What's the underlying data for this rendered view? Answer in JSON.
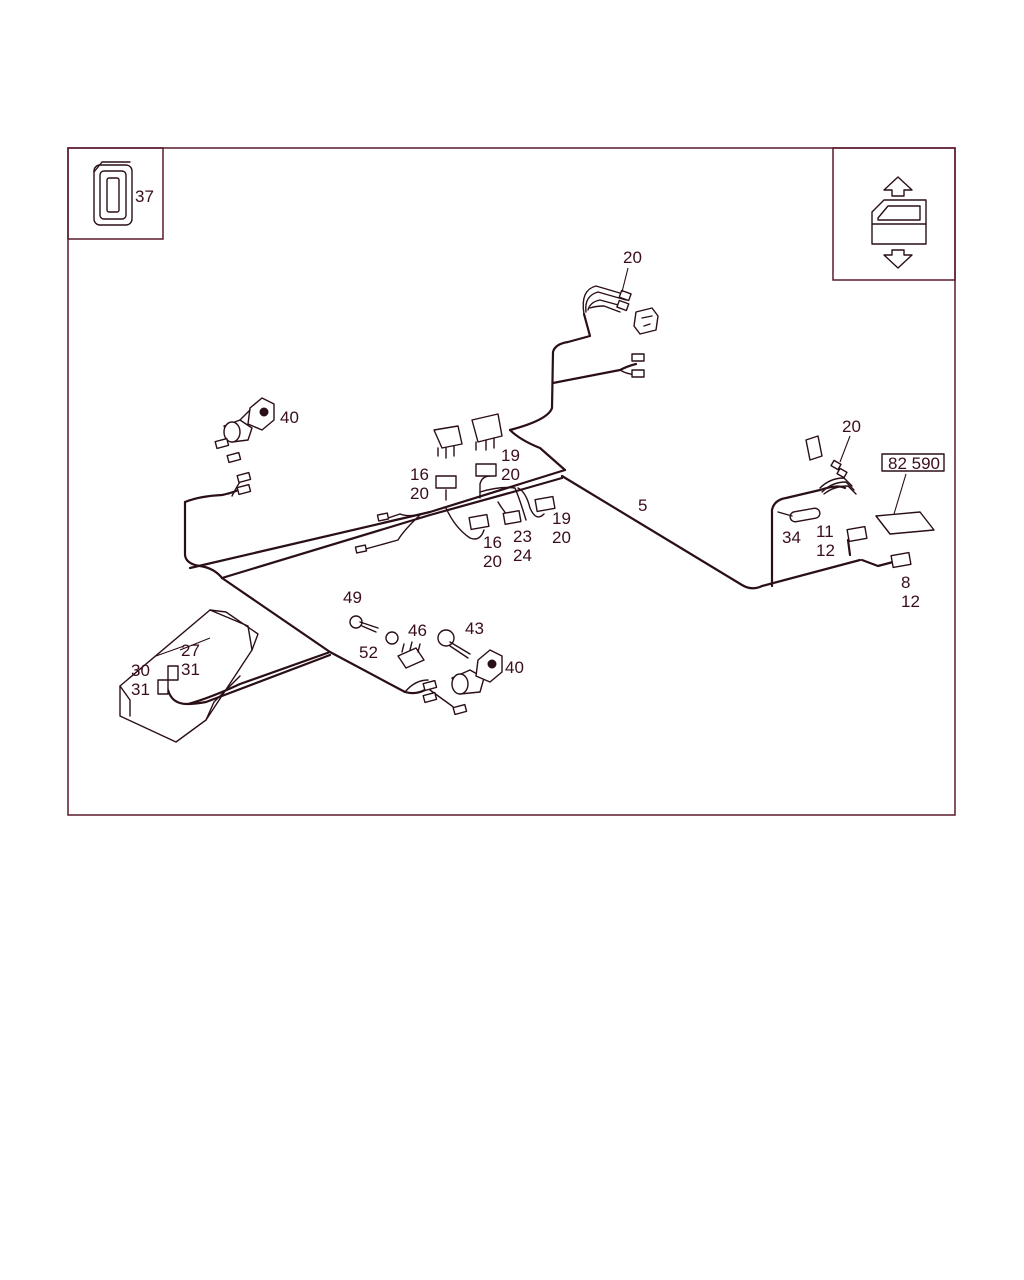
{
  "diagram": {
    "inset_top_left_label": "37",
    "ref_box_label": "82 590",
    "callouts": {
      "c_20_top": "20",
      "c_40_left": "40",
      "c_16_a": "16",
      "c_20_a": "20",
      "c_19_a": "19",
      "c_20_b": "20",
      "c_19_b": "19",
      "c_20_c": "20",
      "c_23": "23",
      "c_24": "24",
      "c_16_b": "16",
      "c_20_d": "20",
      "c_5": "5",
      "c_20_right": "20",
      "c_34": "34",
      "c_11": "11",
      "c_12_a": "12",
      "c_8": "8",
      "c_12_b": "12",
      "c_49": "49",
      "c_52": "52",
      "c_46": "46",
      "c_43": "43",
      "c_40_bottom": "40",
      "c_27": "27",
      "c_30": "30",
      "c_31_a": "31",
      "c_31_b": "31"
    }
  }
}
